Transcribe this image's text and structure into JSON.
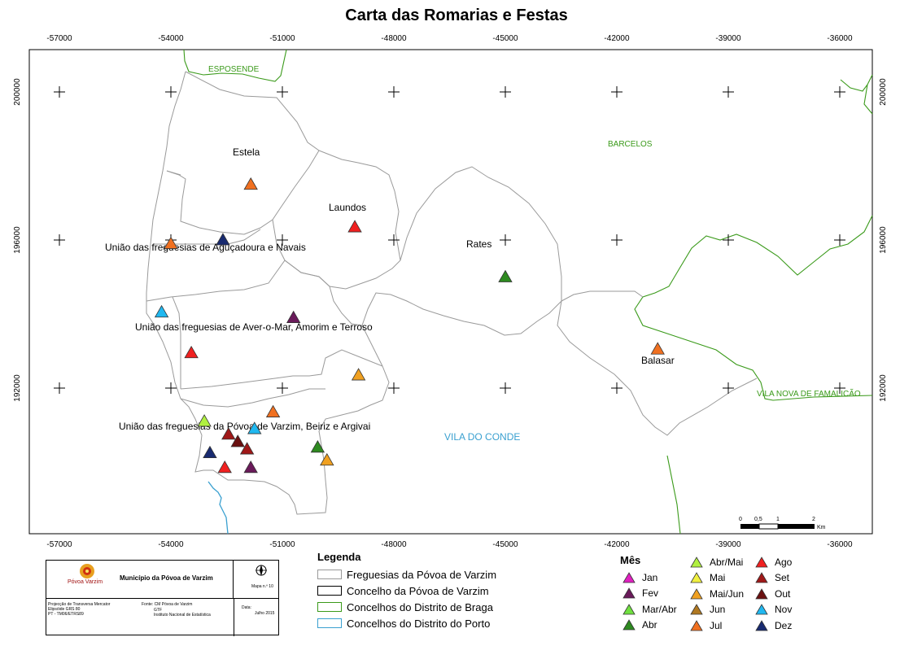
{
  "title": "Carta das Romarias e Festas",
  "axes": {
    "x_ticks": [
      "-57000",
      "-54000",
      "-51000",
      "-48000",
      "-45000",
      "-42000",
      "-39000",
      "-36000"
    ],
    "y_ticks": [
      "200000",
      "196000",
      "192000"
    ]
  },
  "regions": {
    "esposende": "ESPOSENDE",
    "barcelos": "BARCELOS",
    "vila_nova_famalicao": "VILA NOVA DE FAMALICÃO",
    "vila_do_conde": "VILA DO CONDE"
  },
  "parishes": {
    "estela": "Estela",
    "laundos": "Laundos",
    "rates": "Rates",
    "balasar": "Balasar",
    "agucadoura": "União das freguesias  de Aguçadoura e Navais",
    "aver_o_mar": "União das freguesias  de Aver-o-Mar, Amorim e Terroso",
    "povoa": "União das freguesias da Póvoa de Varzim, Beiriz e Argivai"
  },
  "scale_bar": {
    "labels": [
      "0",
      "0,5",
      "1",
      "2"
    ],
    "unit": "Km"
  },
  "legend": {
    "title": "Legenda",
    "items": [
      {
        "label": "Freguesias da Póvoa de Varzim",
        "color": "#9a9a9a"
      },
      {
        "label": "Concelho da Póvoa de Varzim",
        "color": "#000000"
      },
      {
        "label": "Concelhos do Distrito de Braga",
        "color": "#3a9a1a"
      },
      {
        "label": "Concelhos do Distrito do Porto",
        "color": "#3aa0d0"
      }
    ]
  },
  "months": {
    "title": "Mês",
    "items": [
      {
        "label": "Jan",
        "color": "#e020c0"
      },
      {
        "label": "Fev",
        "color": "#6a1a5a"
      },
      {
        "label": "Mar/Abr",
        "color": "#70e040"
      },
      {
        "label": "Abr",
        "color": "#2e8a20"
      },
      {
        "label": "Abr/Mai",
        "color": "#b0f040"
      },
      {
        "label": "Mai",
        "color": "#f0f040"
      },
      {
        "label": "Mai/Jun",
        "color": "#f0a020"
      },
      {
        "label": "Jun",
        "color": "#b07820"
      },
      {
        "label": "Jul",
        "color": "#f07020"
      },
      {
        "label": "Ago",
        "color": "#f02020"
      },
      {
        "label": "Set",
        "color": "#a01818"
      },
      {
        "label": "Out",
        "color": "#6a1010"
      },
      {
        "label": "Nov",
        "color": "#20b8f0"
      },
      {
        "label": "Dez",
        "color": "#182a70"
      }
    ]
  },
  "info": {
    "municipality": "Município da Póvoa de Varzim",
    "logo_text": "Póvoa Varzim",
    "map_number": "Mapa n.º 10",
    "projection_lines": [
      "Projecção de Transversa Mercator",
      "Elipsóide GRS 80",
      "PT - TM06/ETRS89"
    ],
    "source_label": "Fonte: CM Póvoa de Varzim",
    "source_lines": [
      "GTF",
      "Instituto Nacional de Estatística"
    ],
    "date_label": "Data:",
    "date_value": "Julho 2015"
  },
  "events": [
    {
      "month": "Jul",
      "x": -51850,
      "y": 197500
    },
    {
      "month": "Ago",
      "x": -49050,
      "y": 196350
    },
    {
      "month": "Dez",
      "x": -52600,
      "y": 196000
    },
    {
      "month": "Jul",
      "x": -54000,
      "y": 195900
    },
    {
      "month": "Abr",
      "x": -45000,
      "y": 195000
    },
    {
      "month": "Nov",
      "x": -54250,
      "y": 194050
    },
    {
      "month": "Fev",
      "x": -50700,
      "y": 193900
    },
    {
      "month": "Ago",
      "x": -53450,
      "y": 192950
    },
    {
      "month": "Mai/Jun",
      "x": -48950,
      "y": 192350
    },
    {
      "month": "Jul",
      "x": -40900,
      "y": 193050
    },
    {
      "month": "Jul",
      "x": -51250,
      "y": 191350
    },
    {
      "month": "Abr/Mai",
      "x": -53100,
      "y": 191100
    },
    {
      "month": "Nov",
      "x": -51750,
      "y": 190900
    },
    {
      "month": "Set",
      "x": -52450,
      "y": 190750
    },
    {
      "month": "Out",
      "x": -52200,
      "y": 190550
    },
    {
      "month": "Set",
      "x": -51950,
      "y": 190350
    },
    {
      "month": "Abr",
      "x": -50050,
      "y": 190400
    },
    {
      "month": "Mai/Jun",
      "x": -49800,
      "y": 190050
    },
    {
      "month": "Dez",
      "x": -52950,
      "y": 190250
    },
    {
      "month": "Ago",
      "x": -52550,
      "y": 189850
    },
    {
      "month": "Fev",
      "x": -51850,
      "y": 189850
    }
  ]
}
